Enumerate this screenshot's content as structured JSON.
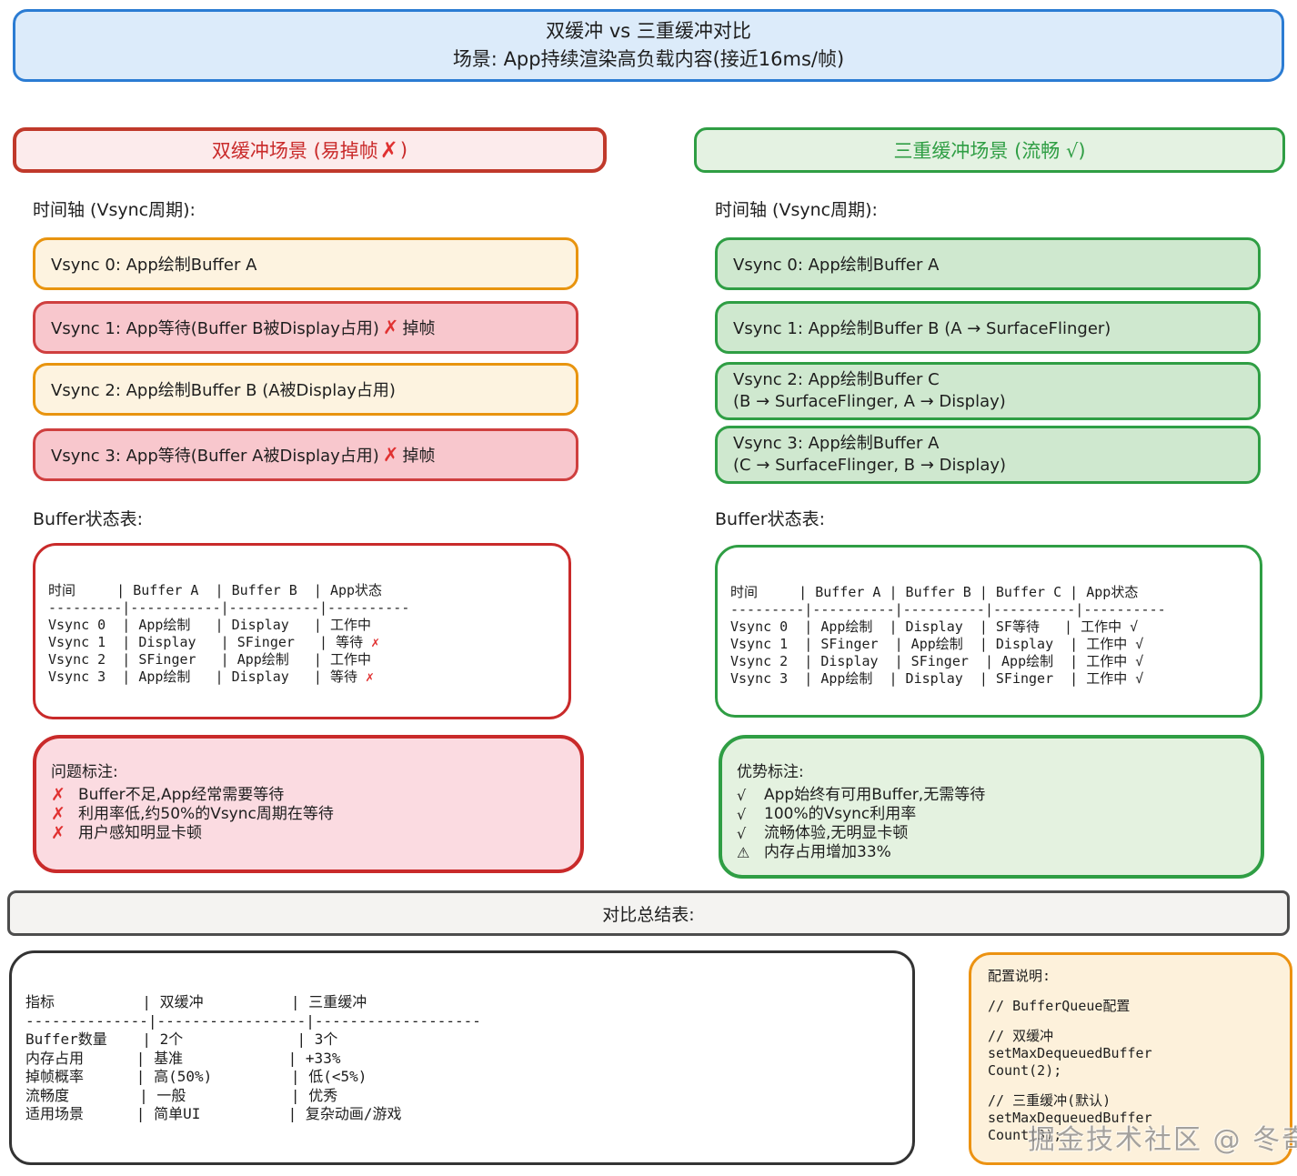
{
  "colors": {
    "blue_border": "#2b7cd3",
    "blue_bg": "#dcebfa",
    "red_border": "#c92a2a",
    "red_bg_light": "#fcebec",
    "pink_bg": "#f8c7cd",
    "x_red": "#e03131",
    "orange_border": "#e8940f",
    "cream_bg": "#fdf3e0",
    "green_border": "#2f9e44",
    "green_bg": "#cfe8cf",
    "green_bg_light": "#e4f2e2",
    "ink": "#1e1e1e"
  },
  "title": {
    "line1": "双缓冲 vs 三重缓冲对比",
    "line2": "场景: App持续渲染高负载内容(接近16ms/帧)"
  },
  "left": {
    "header_prefix": "双缓冲场景 (易掉帧 ",
    "header_mark": "✗",
    "header_suffix": ")",
    "timeline_label": "时间轴 (Vsync周期):",
    "vsync0": "Vsync 0: App绘制Buffer A",
    "vsync1_prefix": "Vsync 1: App等待(Buffer B被Display占用)",
    "vsync1_mark": "✗",
    "vsync1_suffix": "掉帧",
    "vsync2": "Vsync 2: App绘制Buffer B (A被Display占用)",
    "vsync3_prefix": "Vsync 3: App等待(Buffer A被Display占用)",
    "vsync3_mark": "✗",
    "vsync3_suffix": "掉帧",
    "table_label": "Buffer状态表:",
    "table": {
      "r0": "时间     | Buffer A  | Buffer B  | App状态",
      "r1": "---------|-----------|-----------|----------",
      "r2": "Vsync 0  | App绘制   | Display   | 工作中",
      "r3": "Vsync 1  | Display   | SFinger   | 等待 ",
      "r3_mark": "✗",
      "r4": "Vsync 2  | SFinger   | App绘制   | 工作中",
      "r5": "Vsync 3  | App绘制   | Display   | 等待 ",
      "r5_mark": "✗"
    },
    "problems": {
      "title": "问题标注:",
      "i0_mark": "✗",
      "i0": "Buffer不足,App经常需要等待",
      "i1_mark": "✗",
      "i1": "利用率低,约50%的Vsync周期在等待",
      "i2_mark": "✗",
      "i2": "用户感知明显卡顿"
    }
  },
  "right": {
    "header": "三重缓冲场景 (流畅 √)",
    "timeline_label": "时间轴 (Vsync周期):",
    "vsync0": "Vsync 0: App绘制Buffer A",
    "vsync1": "Vsync 1: App绘制Buffer B (A → SurfaceFlinger)",
    "vsync2_line1": "Vsync 2: App绘制Buffer C",
    "vsync2_line2": "(B → SurfaceFlinger, A → Display)",
    "vsync3_line1": "Vsync 3: App绘制Buffer A",
    "vsync3_line2": "(C → SurfaceFlinger, B → Display)",
    "table_label": "Buffer状态表:",
    "table": {
      "r0": "时间     | Buffer A | Buffer B | Buffer C | App状态",
      "r1": "---------|----------|----------|----------|----------",
      "r2": "Vsync 0  | App绘制  | Display  | SF等待   | 工作中 √",
      "r3": "Vsync 1  | SFinger  | App绘制  | Display  | 工作中 √",
      "r4": "Vsync 2  | Display  | SFinger  | App绘制  | 工作中 √",
      "r5": "Vsync 3  | App绘制  | Display  | SFinger  | 工作中 √"
    },
    "advantages": {
      "title": "优势标注:",
      "i0_mark": "√",
      "i0": "App始终有可用Buffer,无需等待",
      "i1_mark": "√",
      "i1": "100%的Vsync利用率",
      "i2_mark": "√",
      "i2": "流畅体验,无明显卡顿",
      "i3_mark": "⚠",
      "i3": "内存占用增加33%"
    }
  },
  "summary": {
    "header": "对比总结表:",
    "table": {
      "r0": "指标          | 双缓冲          | 三重缓冲",
      "r1": "--------------|-----------------|-------------------",
      "r2": "Buffer数量    | 2个             | 3个",
      "r3": "内存占用      | 基准            | +33%",
      "r4": "掉帧概率      | 高(50%)         | 低(<5%)",
      "r5": "流畅度        | 一般            | 优秀",
      "r6": "适用场景      | 简单UI          | 复杂动画/游戏"
    }
  },
  "config": {
    "l0": "配置说明:",
    "l1": "",
    "l2": "// BufferQueue配置",
    "l3": "",
    "l4": "// 双缓冲",
    "l5": "setMaxDequeuedBuffer",
    "l6": "Count(2);",
    "l7": "",
    "l8": "// 三重缓冲(默认)",
    "l9": "setMaxDequeuedBuffer",
    "l10": "Count(3);"
  },
  "watermark": "掘金技术社区 @ 冬奇Lab"
}
